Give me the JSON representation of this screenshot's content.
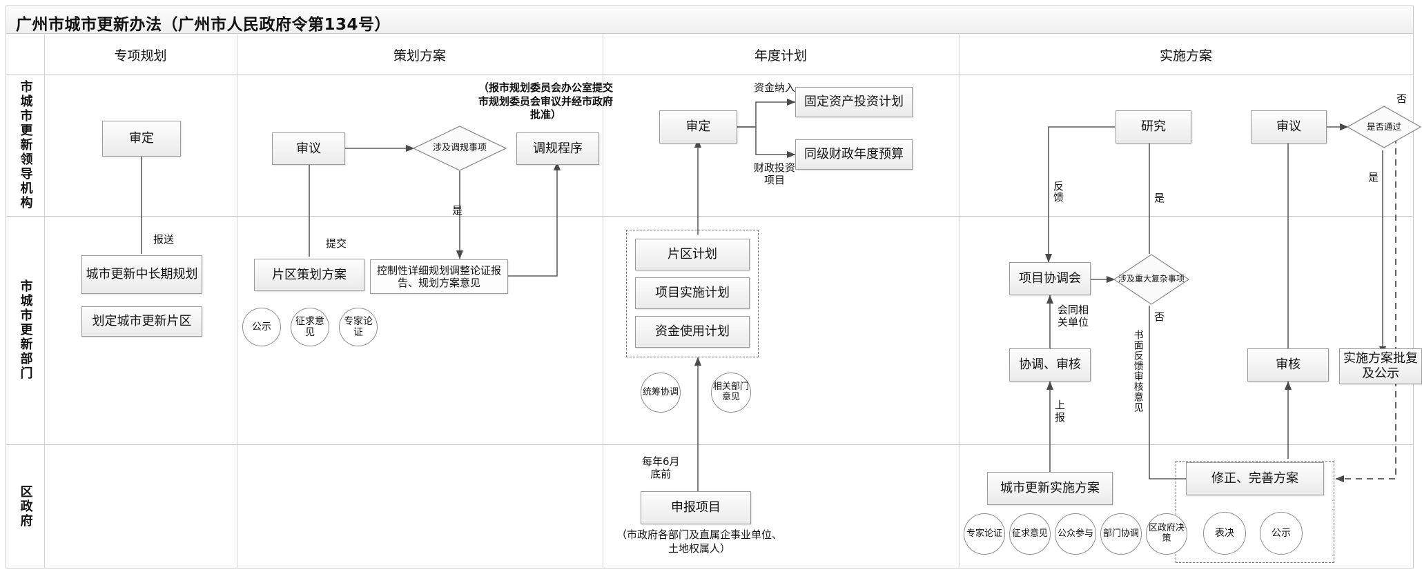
{
  "title": "广州市城市更新办法（广州市人民政府令第134号）",
  "columns": [
    {
      "id": "col-special-plan",
      "label": "专项规划"
    },
    {
      "id": "col-planning-scheme",
      "label": "策划方案"
    },
    {
      "id": "col-annual-plan",
      "label": "年度计划"
    },
    {
      "id": "col-implementation-scheme",
      "label": "实施方案"
    }
  ],
  "rows": [
    {
      "id": "row-leading-body",
      "label": "市城市更新领导机构"
    },
    {
      "id": "row-renewal-dept",
      "label": "市城市更新部门"
    },
    {
      "id": "row-district-gov",
      "label": "区政府"
    }
  ],
  "nodes": {
    "c1_shending": "审定",
    "c1_midlong": "城市更新中长期规划",
    "c1_pianqu": "划定城市更新片区",
    "c2_shenyi": "审议",
    "c2_diamond": "涉及调规事项",
    "c2_tiaogui": "调规程序",
    "c2_pianqu_cehua": "片区策划方案",
    "c2_kongguihua": "控制性详细规划调整论证报告、规划方案意见",
    "c2_note": "（报市规划委员会办公室提交市规划委员会审议并经市政府批准）",
    "c2_e1": "公示",
    "c2_e2": "征求意见",
    "c2_e3": "专家论证",
    "c3_shending": "审定",
    "c3_gudingzichan": "固定资产投资计划",
    "c3_tongjicaizheng": "同级财政年度预算",
    "c3_pianqujihua": "片区计划",
    "c3_xiangmushishi": "项目实施计划",
    "c3_zijinshiyong": "资金使用计划",
    "c3_shenbao": "申报项目",
    "c3_note": "（市政府各部门及直属企事业单位、土地权属人）",
    "c3_e1": "统筹协调",
    "c3_e2": "相关部门意见",
    "c4_yanjiu": "研究",
    "c4_shenyi": "审议",
    "c4_diamond_pass": "是否通过",
    "c4_xiangmuxietiao": "项目协调会",
    "c4_diamond_major": "涉及重大复杂事项",
    "c4_xietiaoshenhe": "协调、审核",
    "c4_shenhe": "审核",
    "c4_pifu": "实施方案批复及公示",
    "c4_chengshigengxin": "城市更新实施方案",
    "c4_xiuzheng": "修正、完善方案",
    "c4_e1": "专家论证",
    "c4_e2": "征求意见",
    "c4_e3": "公众参与",
    "c4_e4": "部门协调",
    "c4_e5": "区政府决策",
    "c4_e6": "表决",
    "c4_e7": "公示"
  },
  "edge_labels": {
    "c1_baosong": "报送",
    "c2_tijiao": "提交",
    "c2_shi": "是",
    "c3_zijinnaru": "资金纳入",
    "c3_caizhengtouzi": "财政投资\n项目",
    "c3_meinian": "每年6月\n底前",
    "c4_fankui": "反馈",
    "c4_shi_yanjiu": "是",
    "c4_shi_shenyi": "是",
    "c4_fou_major": "否",
    "c4_huitongxiangguan": "会同相\n关单位",
    "c4_shumianfankui": "书面反馈审核意见",
    "c4_shangbao": "上\n报",
    "c4_fou_pass": "否",
    "c4_shi_pass": "是"
  },
  "colors": {
    "border": "#9a9a9a",
    "grid": "#c9c9c9",
    "edge": "#595959",
    "node_fill_top": "#fdfdfd",
    "node_fill_bottom": "#ebebeb"
  }
}
